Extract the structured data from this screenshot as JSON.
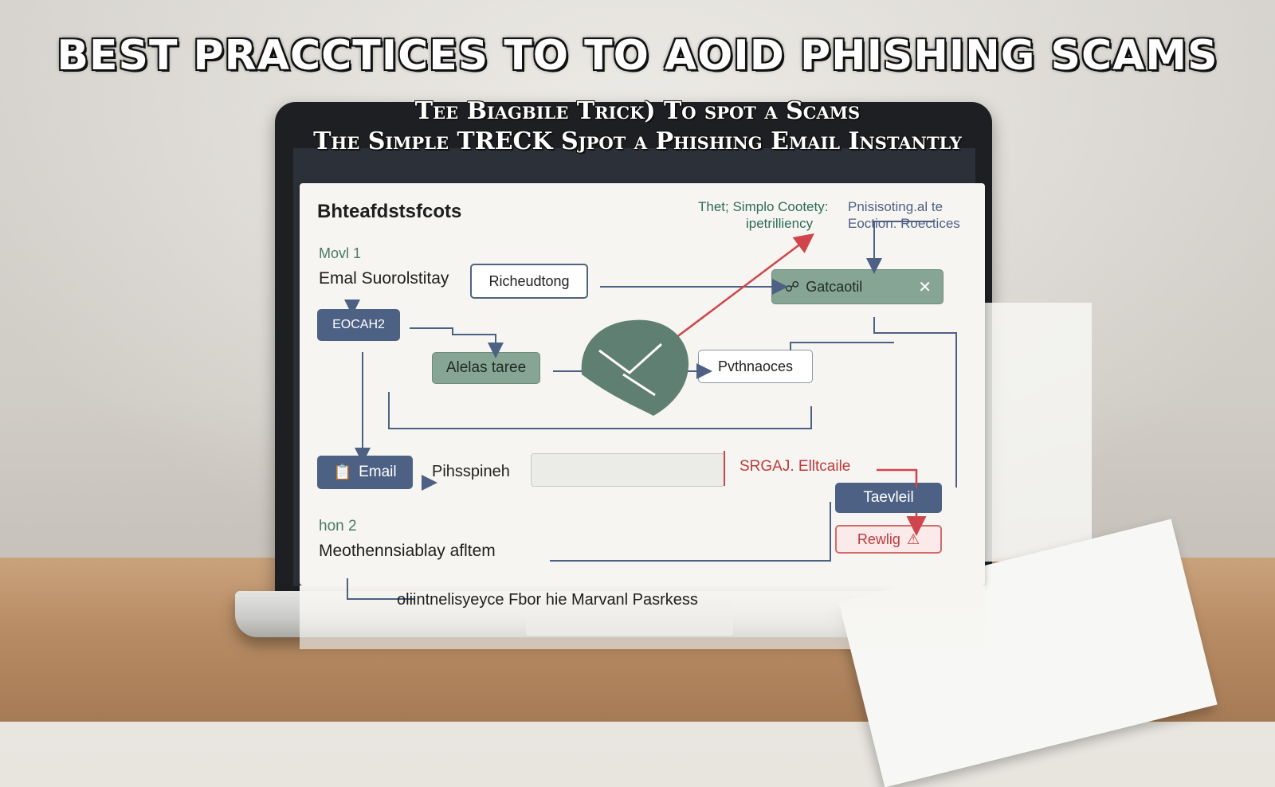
{
  "headline": "BEST PRACCTICES TO TO AOID PHISHING SCAMS",
  "subtitle_line1": "Tee Biagbile Trick) To spot a Scams",
  "subtitle_line2": "The Simple TRECK  Sjpot a Phishing Email Instantly",
  "panel": {
    "title": "Bhteafdstsfcots",
    "top_right_line1": "Thet; Simplo Cootety:",
    "top_right_line1b": "Pnisisoting.al te",
    "top_right_line2": "ipetrilliency",
    "top_right_line2b": "Eoction: Roectices",
    "step1_label": "Movl 1",
    "email_security_label": "Emal Suorolstitay",
    "check_button": "Richeudtong",
    "result_label": "Gatcaotil",
    "result_icon": "link-icon",
    "close_icon": "close-icon",
    "navy_tag": "EOCAH2",
    "alert_label": "Alelas taree",
    "phishing_box": "Pvthnaoces",
    "email_button": "Email",
    "email_icon": "clipboard-icon",
    "phish_label": "Pihsspineh",
    "input_placeholder": "",
    "warning_text": "SRGAJ. Elltcaile",
    "travel_button": "Taevleil",
    "review_button": "Rewlig",
    "review_icon": "alert-icon",
    "step2_label": "hon 2",
    "method_label": "Meothennsiablay afltem",
    "footer_text": "oliintnelisyeyce Fbor hie Marvanl Pasrkess"
  },
  "colors": {
    "navy": "#4d6184",
    "sage": "#87a595",
    "red": "#d0454b",
    "teal_text": "#2f6a5a"
  }
}
